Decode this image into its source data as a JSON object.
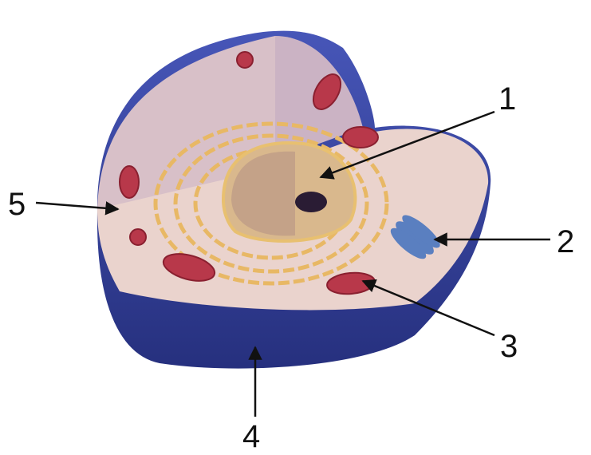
{
  "labels": [
    "1",
    "2",
    "3",
    "4",
    "5"
  ],
  "colors": {
    "membrane": "#3b4aa8",
    "cytoplasm": "#e8cfc9",
    "er": "#e8b865",
    "nucleus": "#c9a98a",
    "mito": "#b8384a",
    "golgi": "#5a7fc0",
    "arrow": "#111111"
  }
}
